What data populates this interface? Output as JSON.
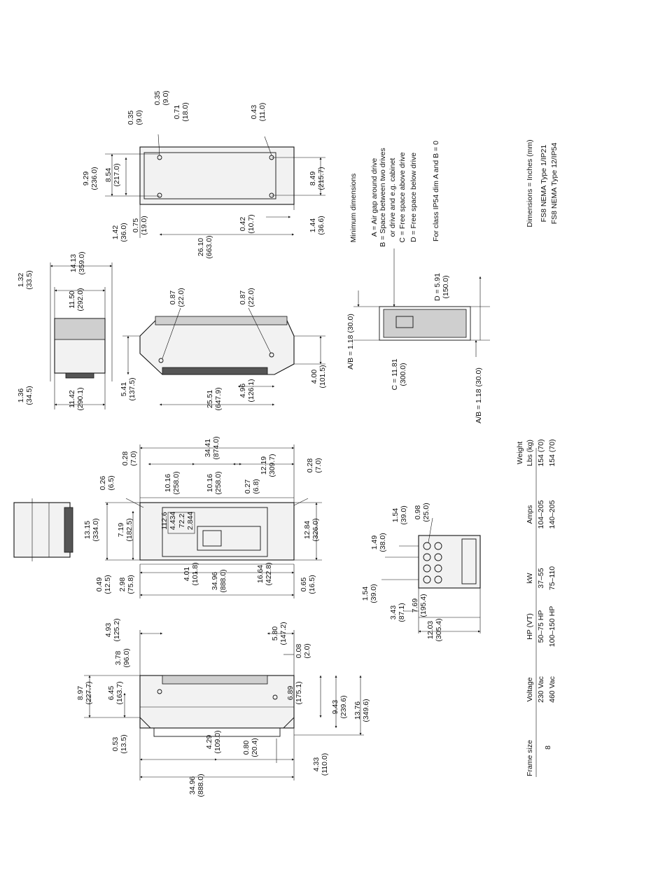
{
  "labels": {
    "front_view": [
      [
        "0.53",
        "(13.5)"
      ],
      [
        "34.96",
        "(888.0)"
      ],
      [
        "4.29",
        "(109.0)"
      ],
      [
        "0.80",
        "(20.4)"
      ],
      [
        "4.33",
        "(110.0)"
      ],
      [
        "6.89",
        "(175.1)"
      ],
      [
        "9.43",
        "(239.6)"
      ],
      [
        "13.76",
        "(349.6)"
      ],
      [
        "8.97",
        "(227.7)"
      ],
      [
        "6.45",
        "(163.7)"
      ],
      [
        "3.78",
        "(96.0)"
      ],
      [
        "4.93",
        "(125.2)"
      ],
      [
        "5.80",
        "(147.2)"
      ],
      [
        "0.08",
        "(2.0)"
      ]
    ],
    "side_view": [
      [
        "0.26",
        "(6.5)"
      ],
      [
        "0.28",
        "(7.0)"
      ],
      [
        "34.41",
        "(874.0)"
      ],
      [
        "10.16",
        "(258.0)"
      ],
      [
        "10.16",
        "(258.0)"
      ],
      [
        "0.27",
        "(6.8)"
      ],
      [
        "12.19",
        "(309.7)"
      ],
      [
        "0.28",
        "(7.0)"
      ],
      [
        "13.15",
        "(334.0)"
      ],
      [
        "7.19",
        "(182.5)"
      ],
      [
        "12.84",
        "(326.0)"
      ],
      [
        "0.49",
        "(12.5)"
      ],
      [
        "2.98",
        "(75.8)"
      ],
      [
        "4.01",
        "(101.8)"
      ],
      [
        "34.96",
        "(888.0)"
      ],
      [
        "16.64",
        "(422.8)"
      ],
      [
        "0.65",
        "(16.5)"
      ]
    ],
    "keypad_detail": [
      "112.6",
      "4.434",
      "72.2",
      "2.844"
    ],
    "bottom_view": [
      [
        "1.54",
        "(39.0)"
      ],
      [
        "0.98",
        "(25.0)"
      ],
      [
        "1.49",
        "(38.0)"
      ],
      [
        "1.54",
        "(39.0)"
      ],
      [
        "3.43",
        "(87.1)"
      ],
      [
        "7.69",
        "(195.4)"
      ],
      [
        "12.03",
        "(305.4)"
      ]
    ],
    "mounting_top": [
      [
        "1.32",
        "(33.5)"
      ],
      [
        "11.50",
        "(292.0)"
      ],
      [
        "14.13",
        "(359.0)"
      ],
      [
        "1.36",
        "(34.5)"
      ],
      [
        "11.42",
        "(290.1)"
      ]
    ],
    "mounting_middle": [
      [
        "0.87",
        "(22.0)"
      ],
      [
        "0.87",
        "(22.0)"
      ],
      [
        "5.41",
        "(137.5)"
      ],
      [
        "25.51",
        "(647.9)"
      ],
      [
        "4.96",
        "(126.1)"
      ],
      [
        "4.00",
        "(101.5)"
      ]
    ],
    "mounting_bottom": [
      [
        "0.35",
        "(9.0)"
      ],
      [
        "0.35",
        "(9.0)"
      ],
      [
        "0.71",
        "(18.0)"
      ],
      [
        "0.43",
        "(11.0)"
      ],
      [
        "9.29",
        "(236.0)"
      ],
      [
        "8.54",
        "(217.0)"
      ],
      [
        "8.49",
        "(215.7)"
      ],
      [
        "1.42",
        "(36.0)"
      ],
      [
        "0.75",
        "(19.0)"
      ],
      [
        "0.42",
        "(10.7)"
      ],
      [
        "26.10",
        "(663.0)"
      ],
      [
        "1.44",
        "(36.6)"
      ]
    ],
    "clearance": {
      "ab_top": "A/B = 1.18 (30.0)",
      "c": [
        "C = 11.81",
        "(300.0)"
      ],
      "d": [
        "D = 5.91",
        "(150.0)"
      ],
      "ab_bottom": "A/B = 1.18 (30.0)"
    }
  },
  "notes": {
    "title": "Minimum dimensions",
    "lines": [
      "A = Air gap around drive",
      "B = Space between two drives",
      "or drive and e.g. cabinet",
      "C = Free space above drive",
      "D = Free space below drive"
    ],
    "ip54": "For class IP54 dim A and B = 0",
    "units": "Dimensions = Inches (mm)",
    "types": [
      "FS8 NEMA Type 1/IP21",
      "FS8 NEMA Type 12/IP54"
    ]
  },
  "table": {
    "headers": [
      "Frame size",
      "Voltage",
      "HP (VT)",
      "kW",
      "Amps",
      "Weight",
      "Lbs (kg)"
    ],
    "frame": "8",
    "rows": [
      [
        "230 Vac",
        "50–75 HP",
        "37–55",
        "104–205",
        "154 (70)"
      ],
      [
        "460 Vac",
        "100–150 HP",
        "75–110",
        "140–205",
        "154 (70)"
      ]
    ]
  }
}
